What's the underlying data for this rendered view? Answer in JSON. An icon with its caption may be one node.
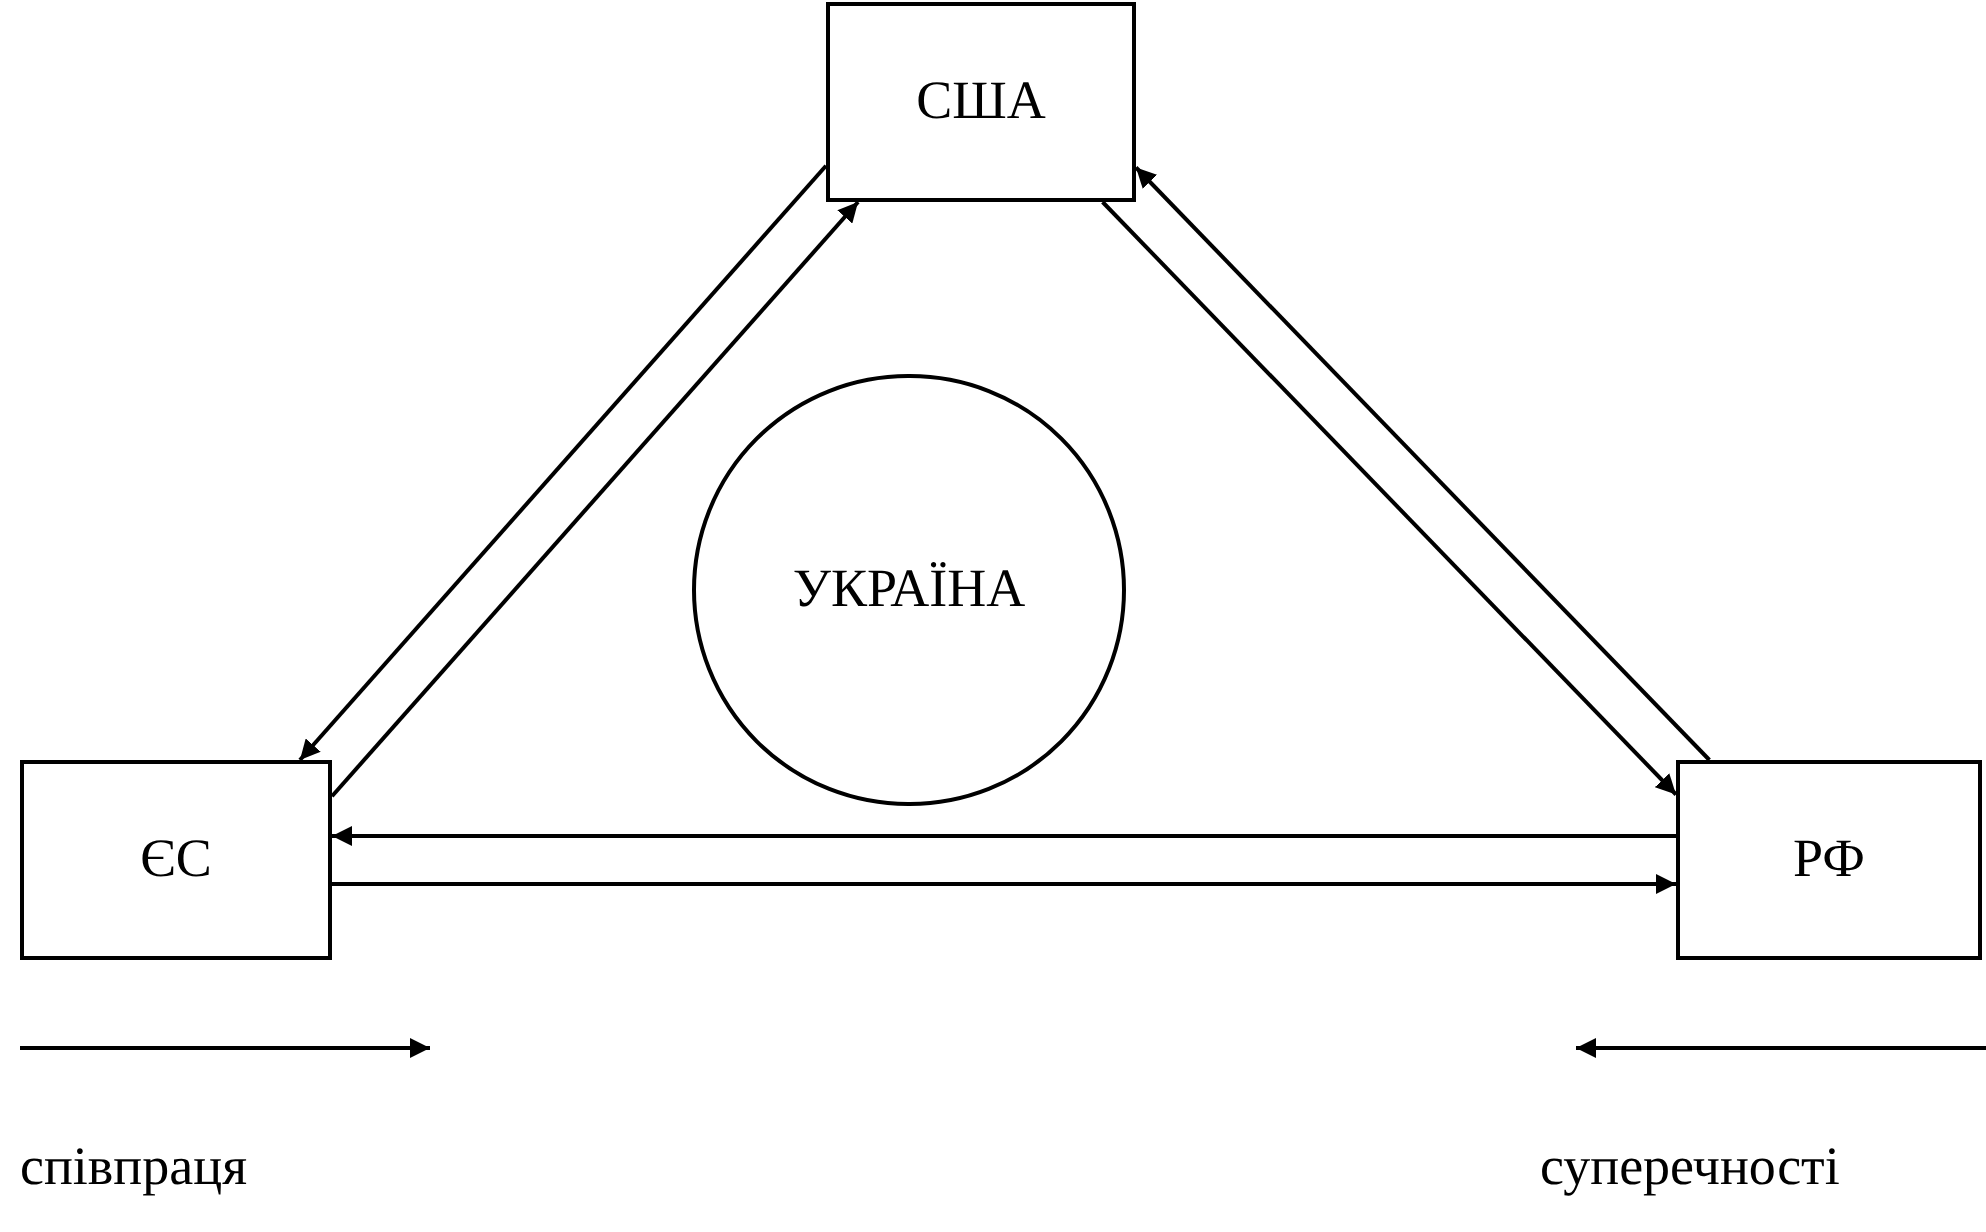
{
  "diagram": {
    "nodes": [
      {
        "text": [
          "США"
        ]
      },
      {
        "text": [
          "УКРАЇНА"
        ]
      },
      {
        "text": [
          "ЄС"
        ]
      },
      {
        "text": [
          "РФ"
        ]
      }
    ],
    "edges": [
      {
        "from": 0,
        "to": 2,
        "arrow": "to"
      },
      {
        "from": 2,
        "to": 0,
        "arrow": "to"
      },
      {
        "from": 3,
        "to": 0,
        "arrow": "to"
      },
      {
        "from": 0,
        "to": 3,
        "arrow": "to"
      },
      {
        "from": 3,
        "to": 2,
        "arrow": "to"
      },
      {
        "from": 2,
        "to": 3,
        "arrow": "to"
      }
    ],
    "legend": [
      {
        "text": "співпраця"
      },
      {
        "text": "суперечності"
      }
    ]
  }
}
